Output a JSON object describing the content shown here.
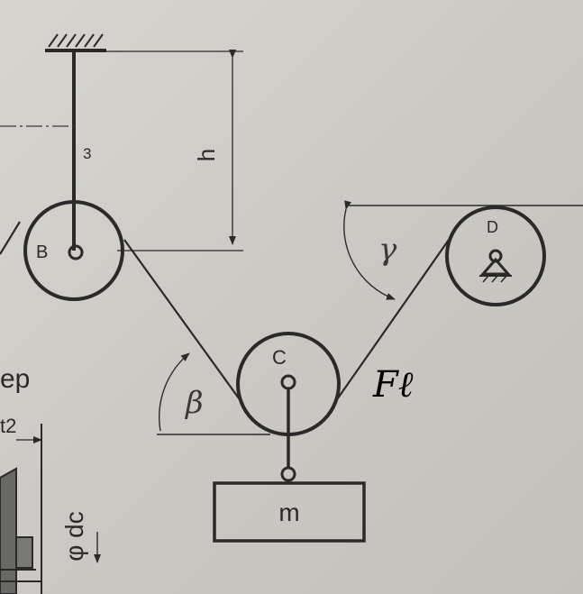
{
  "labels": {
    "member": "3",
    "height": "h",
    "pulley_b": "B",
    "pulley_c": "C",
    "pulley_d": "D",
    "mass": "m",
    "angle_beta": "β",
    "angle_gamma": "γ",
    "handwritten": "Fℓ",
    "left_cut_text": "ep",
    "left_subscript": "t2",
    "left_dimension": "φ dc"
  },
  "colors": {
    "paper": "#d2cfca",
    "ink": "#2a2a2a",
    "handwriting": "#000000"
  }
}
